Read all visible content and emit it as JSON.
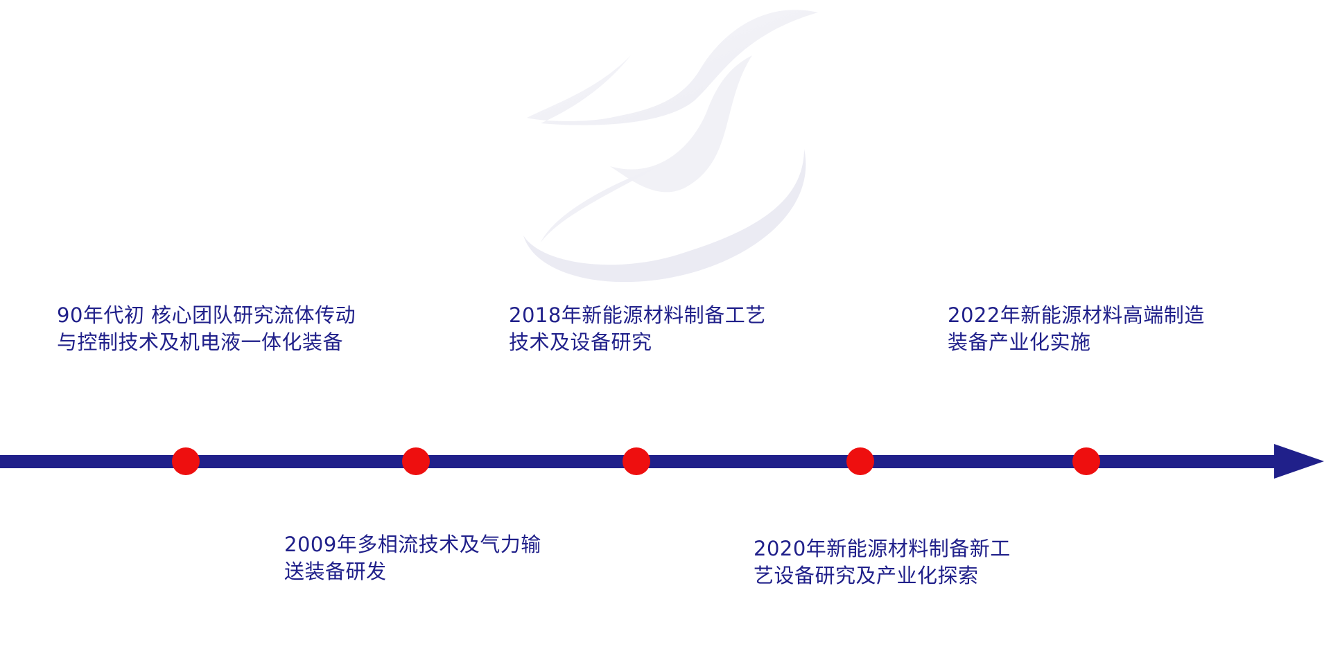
{
  "timeline": {
    "line_color": "#20208a",
    "dot_color": "#ee0f0f",
    "text_color": "#20208a",
    "milestones": [
      {
        "line1": "90年代初 核心团队研究流体传动",
        "line2": "与控制技术及机电液一体化装备",
        "position": "above"
      },
      {
        "line1": "2009年多相流技术及气力输",
        "line2": "送装备研发",
        "position": "below"
      },
      {
        "line1": "2018年新能源材料制备工艺",
        "line2": "技术及设备研究",
        "position": "above"
      },
      {
        "line1": "2020年新能源材料制备新工",
        "line2": "艺设备研究及产业化探索",
        "position": "below"
      },
      {
        "line1": "2022年新能源材料高端制造",
        "line2": "装备产业化实施",
        "position": "above"
      }
    ]
  },
  "background": {
    "watermark_icon": "swirl-logo-icon"
  }
}
